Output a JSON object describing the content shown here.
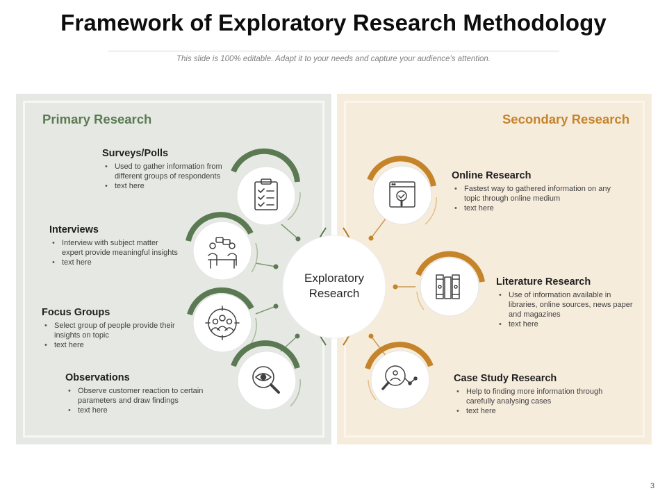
{
  "header": {
    "title": "Framework of Exploratory Research Methodology",
    "subtitle": "This slide is 100% editable. Adapt it to your needs and capture your audience’s attention."
  },
  "primary": {
    "heading": "Primary Research",
    "color": "#5b7a53",
    "items": [
      {
        "title": "Surveys/Polls",
        "bullets": [
          "Used to gather information from different groups of respondents",
          "text here"
        ],
        "icon": "clipboard-checklist-icon"
      },
      {
        "title": "Interviews",
        "bullets": [
          "Interview with subject matter expert provide meaningful insights",
          "text here"
        ],
        "icon": "interview-icon"
      },
      {
        "title": "Focus Groups",
        "bullets": [
          "Select group of people provide their insights on topic",
          "text here"
        ],
        "icon": "focus-group-icon"
      },
      {
        "title": "Observations",
        "bullets": [
          "Observe customer reaction to certain parameters and draw findings",
          "text here"
        ],
        "icon": "eye-magnifier-icon"
      }
    ]
  },
  "secondary": {
    "heading": "Secondary Research",
    "color": "#c5842a",
    "items": [
      {
        "title": "Online Research",
        "bullets": [
          "Fastest way to gathered information on any topic through online medium",
          "text here"
        ],
        "icon": "browser-search-icon"
      },
      {
        "title": "Literature Research",
        "bullets": [
          "Use of information available in libraries, online sources, news paper and magazines",
          "text here"
        ],
        "icon": "books-icon"
      },
      {
        "title": "Case Study Research",
        "bullets": [
          "Help to finding more information through carefully analysing cases",
          "text here"
        ],
        "icon": "analysis-magnifier-icon"
      }
    ]
  },
  "center": {
    "line1": "Exploratory",
    "line2": "Research"
  },
  "footer": {
    "page_number": "3"
  }
}
